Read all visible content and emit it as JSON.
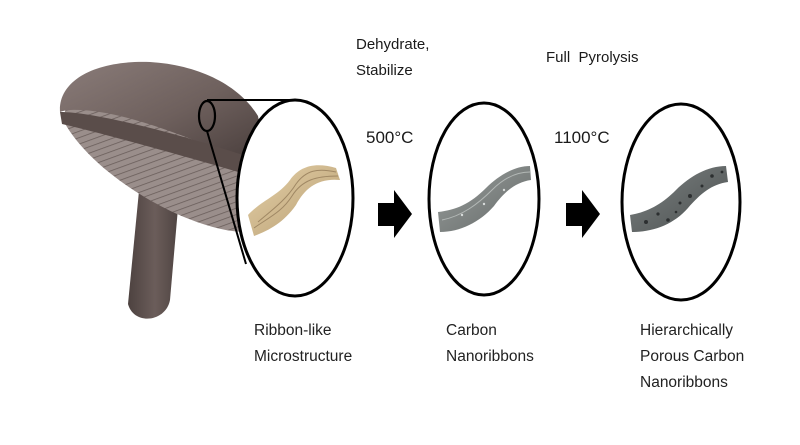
{
  "steps": [
    {
      "note_lines": [
        "Dehydrate,",
        "Stabilize"
      ],
      "temperature": "500°C"
    },
    {
      "note_lines": [
        "Full  Pyrolysis"
      ],
      "temperature": "1100°C"
    }
  ],
  "stages": [
    {
      "lines": [
        "Ribbon-like",
        "Microstructure"
      ]
    },
    {
      "lines": [
        "Carbon",
        "Nanoribbons"
      ]
    },
    {
      "lines": [
        "Hierarchically",
        "Porous Carbon",
        "Nanoribbons"
      ]
    }
  ],
  "colors": {
    "mushroom": "#6b5c59",
    "ribbon_raw": "#d6bd92",
    "ribbon_carbon": "#7d8280",
    "ribbon_porous": "#5d6262",
    "arrow": "#000000"
  }
}
